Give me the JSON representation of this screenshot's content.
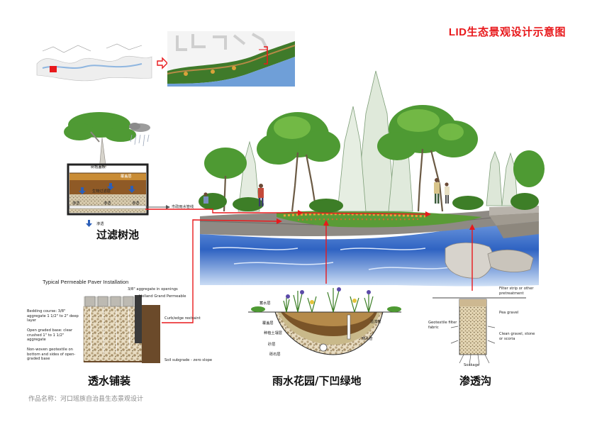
{
  "title": "LID生态景观设计示意图",
  "footer": "作品名称：河口瑶族自治县生态景观设计",
  "captions": {
    "tree_pit": "过滤树池",
    "paving": "透水铺装",
    "rain_garden": "雨水花园/下凹绿地",
    "trench": "渗透沟"
  },
  "tree_pit_labels": {
    "cover": "树格盖板",
    "mulch": "覆盖层",
    "soil": "生物过滤层",
    "drain_left": "渗透",
    "drain_mid": "渗透",
    "drain_right": "渗透",
    "outflow": "市政雨水管线",
    "seep": "渗透"
  },
  "paver": {
    "heading": "Typical Permeable Paver Installation",
    "aggregate": "3/8\" aggregate in openings",
    "paver": "Holland Grand Permeable",
    "bedding": "Bedding course: 3/8\" aggregate 1 1/2\" to 2\" deep layer",
    "curb": "Curb/edge restraint",
    "base": "Open graded base: clear crushed 1\" to 1 1/2\" aggregate",
    "geotextile": "Non-woven geotextile on bottom and sides of open-graded base",
    "subgrade": "Soil subgrade - zero slope"
  },
  "rain_garden_labels": {
    "plants": "蓄水层",
    "mulch": "覆盖层",
    "soil": "种植土壤层",
    "sand": "砂层",
    "gravel": "砾石层",
    "overflow": "溢流管",
    "pipe": "穿孔管"
  },
  "trench_labels": {
    "filter": "Filter strip or other pretreatment",
    "pea": "Pea gravel",
    "geotextile": "Geotextile filter fabric",
    "clean": "Clean gravel, stone or scoria",
    "soakage": "Soakage"
  },
  "colors": {
    "accent_red": "#e8191c",
    "water_blue": "#3a6fc8",
    "grass_green": "#4e8f2e",
    "soil_brown": "#8a5a2b"
  }
}
